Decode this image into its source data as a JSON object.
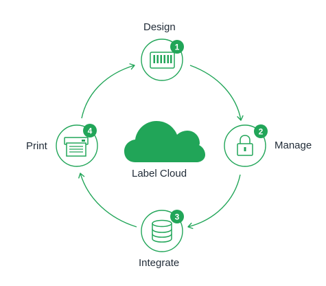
{
  "diagram": {
    "center_label": "Label Cloud",
    "steps": [
      {
        "number": "1",
        "label": "Design",
        "icon": "barcode-icon"
      },
      {
        "number": "2",
        "label": "Manage",
        "icon": "padlock-icon"
      },
      {
        "number": "3",
        "label": "Integrate",
        "icon": "database-icon"
      },
      {
        "number": "4",
        "label": "Print",
        "icon": "printer-icon"
      }
    ],
    "colors": {
      "accent": "#21a558",
      "text": "#1f2a36",
      "background": "#ffffff"
    }
  }
}
